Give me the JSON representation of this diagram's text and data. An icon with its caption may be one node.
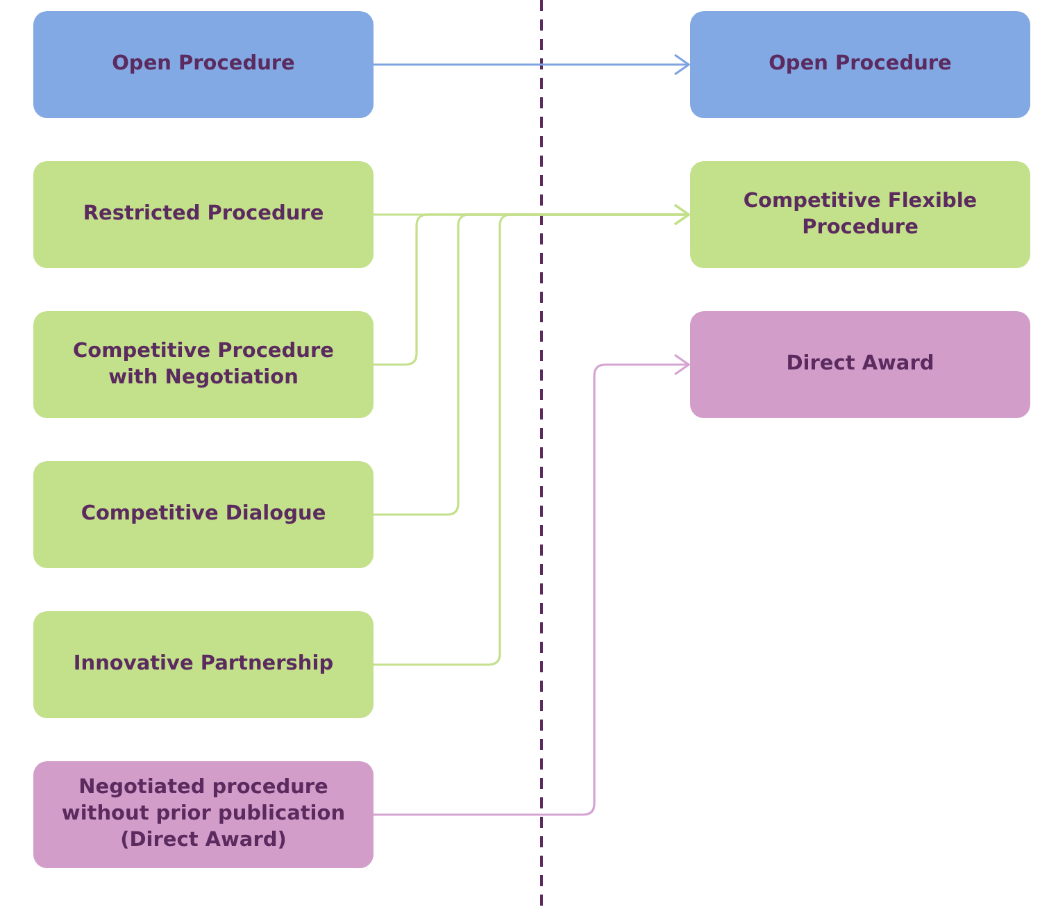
{
  "diagram": {
    "nodes": [
      {
        "text": [
          "Open Procedure"
        ]
      },
      {
        "text": [
          "Restricted Procedure"
        ]
      },
      {
        "text": [
          "Competitive Procedure with Negotiation"
        ]
      },
      {
        "text": [
          "Competitive Dialogue"
        ]
      },
      {
        "text": [
          "Innovative Partnership"
        ]
      },
      {
        "text": [
          "Negotiated procedure without prior publication (Direct Award)"
        ]
      },
      {
        "text": [
          "Open Procedure"
        ]
      },
      {
        "text": [
          "Competitive Flexible Procedure"
        ]
      },
      {
        "text": [
          "Direct Award"
        ]
      }
    ],
    "edges": [
      {
        "from": 0,
        "to": 6,
        "arrow": "to",
        "color": "#7fa3e2"
      },
      {
        "from": 1,
        "to": 7,
        "arrow": "to"
      },
      {
        "from": 2,
        "to": 7,
        "arrow": "to"
      },
      {
        "from": 3,
        "to": 7,
        "arrow": "to"
      },
      {
        "from": 4,
        "to": 7,
        "arrow": "to"
      },
      {
        "from": 5,
        "to": 8,
        "arrow": "to",
        "color": "#d6a3d2"
      }
    ]
  }
}
